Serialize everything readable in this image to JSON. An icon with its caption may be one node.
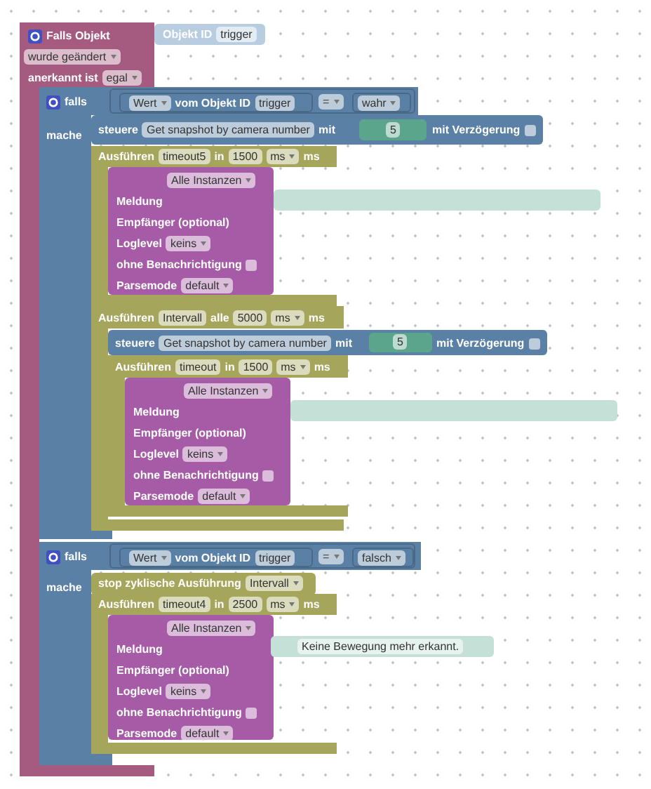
{
  "diagram": {
    "nodes": [
      {
        "text": [
          "Falls Objekt",
          "wurde geändert",
          "anerkannt ist",
          "egal"
        ]
      },
      {
        "text": [
          "Objekt ID",
          "trigger"
        ]
      },
      {
        "text": [
          "falls",
          "mache"
        ]
      },
      {
        "text": [
          "="
        ],
        "in": 2
      },
      {
        "text": [
          "Wert",
          "vom Objekt ID",
          "trigger"
        ],
        "in": 3
      },
      {
        "text": [
          "wahr"
        ],
        "in": 3
      },
      {
        "text": [
          "steuere",
          "Get snapshot by camera number",
          "mit",
          "mit Verzögerung"
        ]
      },
      {
        "text": [
          "5"
        ],
        "in": 6
      },
      {
        "text": [
          "Ausführen",
          "timeout5",
          "in",
          "1500",
          "ms",
          "ms"
        ],
        "in": 2
      },
      {
        "text": [
          "Alle Instanzen",
          "Meldung",
          "Empfänger (optional)",
          "Loglevel",
          "keins",
          "ohne Benachrichtigung",
          "Parsemode",
          "default"
        ],
        "in": 8
      },
      {
        "text": [],
        "shape": "box"
      },
      {
        "text": [
          "Ausführen",
          "Intervall",
          "alle",
          "5000",
          "ms",
          "ms"
        ],
        "in": 2
      },
      {
        "text": [
          "steuere",
          "Get snapshot by camera number",
          "mit",
          "mit Verzögerung"
        ]
      },
      {
        "text": [
          "5"
        ],
        "in": 12
      },
      {
        "text": [
          "Ausführen",
          "timeout",
          "in",
          "1500",
          "ms",
          "ms"
        ],
        "in": 11
      },
      {
        "text": [
          "Alle Instanzen",
          "Meldung",
          "Empfänger (optional)",
          "Loglevel",
          "keins",
          "ohne Benachrichtigung",
          "Parsemode",
          "default"
        ],
        "in": 14
      },
      {
        "text": [],
        "shape": "box"
      },
      {
        "text": [
          "falls",
          "mache"
        ]
      },
      {
        "text": [
          "="
        ],
        "in": 17
      },
      {
        "text": [
          "Wert",
          "vom Objekt ID",
          "trigger"
        ],
        "in": 18
      },
      {
        "text": [
          "falsch"
        ],
        "in": 18
      },
      {
        "text": [
          "stop zyklische Ausführung",
          "Intervall"
        ],
        "in": 17
      },
      {
        "text": [
          "Ausführen",
          "timeout4",
          "in",
          "2500",
          "ms",
          "ms"
        ],
        "in": 17
      },
      {
        "text": [
          "Alle Instanzen",
          "Meldung",
          "Empfänger (optional)",
          "Loglevel",
          "keins",
          "ohne Benachrichtigung",
          "Parsemode",
          "default"
        ],
        "in": 22
      },
      {
        "text": [
          "Keine Bewegung mehr erkannt."
        ]
      }
    ]
  }
}
